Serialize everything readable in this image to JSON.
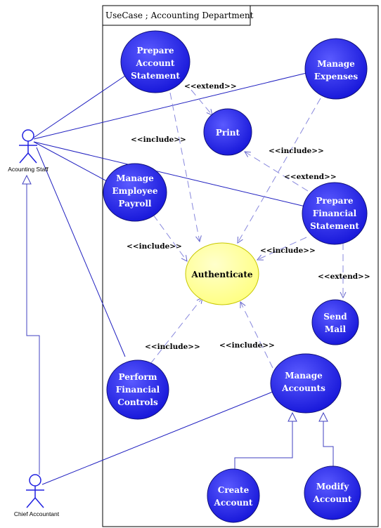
{
  "system": {
    "title": "UseCase ; Accounting Department"
  },
  "actors": {
    "staff": {
      "name": "Acounting Staff"
    },
    "chief": {
      "name": "Chief Accountant"
    }
  },
  "use_cases": {
    "prepare_account_statement": [
      "Prepare",
      "Account",
      "Statement"
    ],
    "manage_expenses": [
      "Manage",
      "Expenses"
    ],
    "print": [
      "Print"
    ],
    "manage_employee_payroll": [
      "Manage",
      "Employee",
      "Payroll"
    ],
    "prepare_financial_statement": [
      "Prepare",
      "Financial",
      "Statement"
    ],
    "authenticate": [
      "Authenticate"
    ],
    "send_mail": [
      "Send",
      "Mail"
    ],
    "perform_financial_controls": [
      "Perform",
      "Financial",
      "Controls"
    ],
    "manage_accounts": [
      "Manage",
      "Accounts"
    ],
    "create_account": [
      "Create",
      "Account"
    ],
    "modify_account": [
      "Modify",
      "Account"
    ]
  },
  "stereotypes": {
    "extend_print_from_pas": "<<extend>>",
    "include_pas": "<<include>>",
    "include_expenses": "<<include>>",
    "extend_print_from_pfs": "<<extend>>",
    "include_payroll": "<<include>>",
    "include_pfs": "<<include>>",
    "extend_mail": "<<extend>>",
    "include_pfc": "<<include>>",
    "include_accounts": "<<include>>"
  },
  "colors": {
    "usecase_fill": "#2d2df0",
    "authenticate_fill": "#ffff99",
    "line": "#2020c0",
    "dashed": "#8888dd"
  }
}
